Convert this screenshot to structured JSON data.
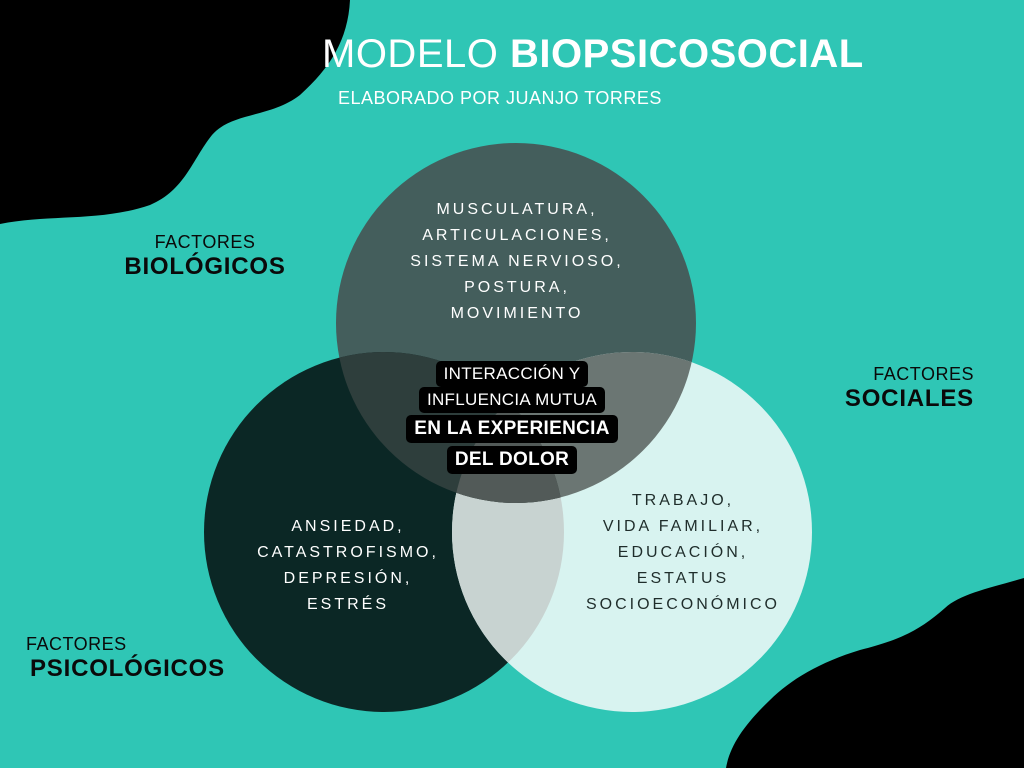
{
  "title": {
    "light": "MODELO",
    "bold": "BIOPSICOSOCIAL"
  },
  "subtitle": "ELABORADO POR JUANJO TORRES",
  "colors": {
    "background": "#2fc6b5",
    "blob": "#000000",
    "biologicos_circle": "#445e5c",
    "psicologicos_circle": "#0b2725",
    "sociales_circle": "#d8f3f0",
    "overlap_light": "#c8d3d1"
  },
  "factors": {
    "biologicos": {
      "line1": "FACTORES",
      "line2": "BIOLÓGICOS"
    },
    "sociales": {
      "line1": "FACTORES",
      "line2": "SOCIALES"
    },
    "psicologicos": {
      "line1": "FACTORES",
      "line2": "PSICOLÓGICOS"
    }
  },
  "lists": {
    "biologicos": [
      "MUSCULATURA,",
      "ARTICULACIONES,",
      "SISTEMA NERVIOSO,",
      "POSTURA,",
      "MOVIMIENTO"
    ],
    "psicologicos": [
      "ANSIEDAD,",
      "CATASTROFISMO,",
      "DEPRESIÓN,",
      "ESTRÉS"
    ],
    "sociales": [
      "TRABAJO,",
      "VIDA FAMILIAR,",
      "EDUCACIÓN,",
      "ESTATUS",
      "SOCIOECONÓMICO"
    ]
  },
  "center": {
    "line1": "INTERACCIÓN Y",
    "line2": "INFLUENCIA MUTUA",
    "line3": "EN LA EXPERIENCIA",
    "line4": "DEL DOLOR"
  }
}
